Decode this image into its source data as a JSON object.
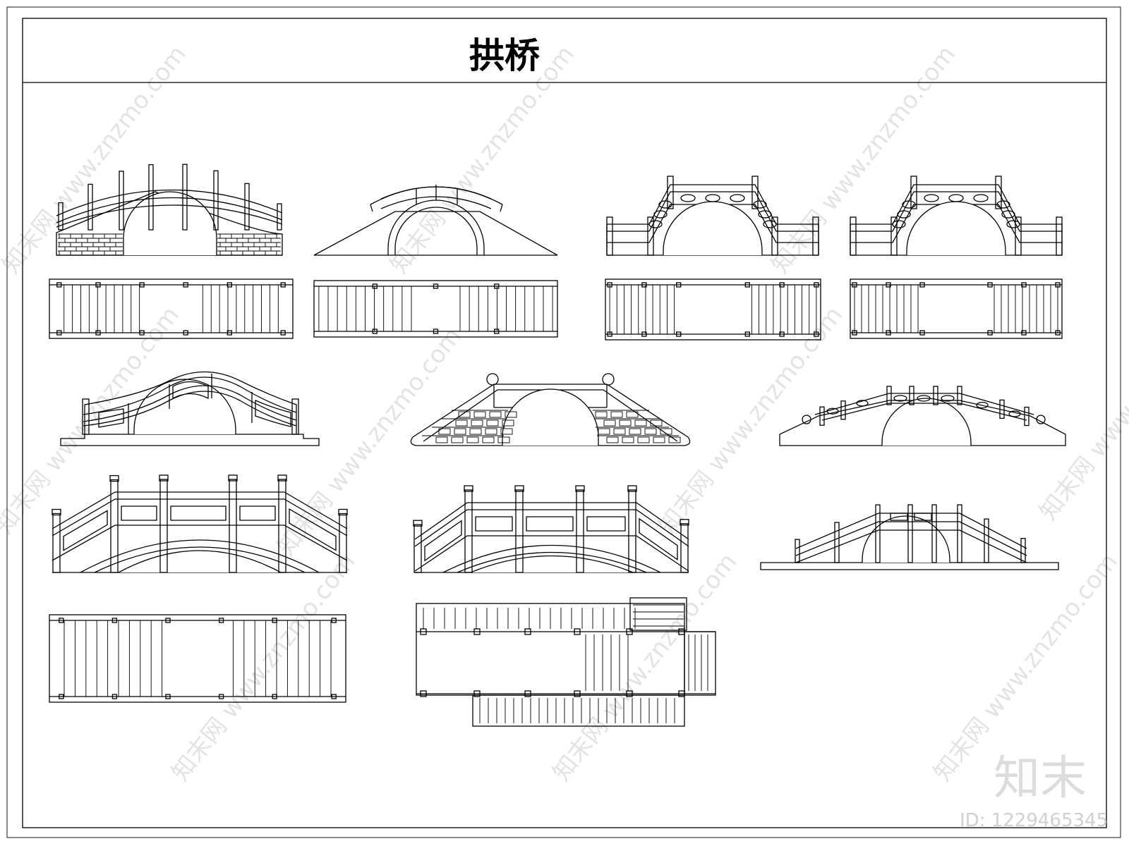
{
  "title": "拱桥",
  "watermark": "知末网 www.znzmo.com",
  "logo": "知末",
  "image_id": "ID: 1229465345"
}
